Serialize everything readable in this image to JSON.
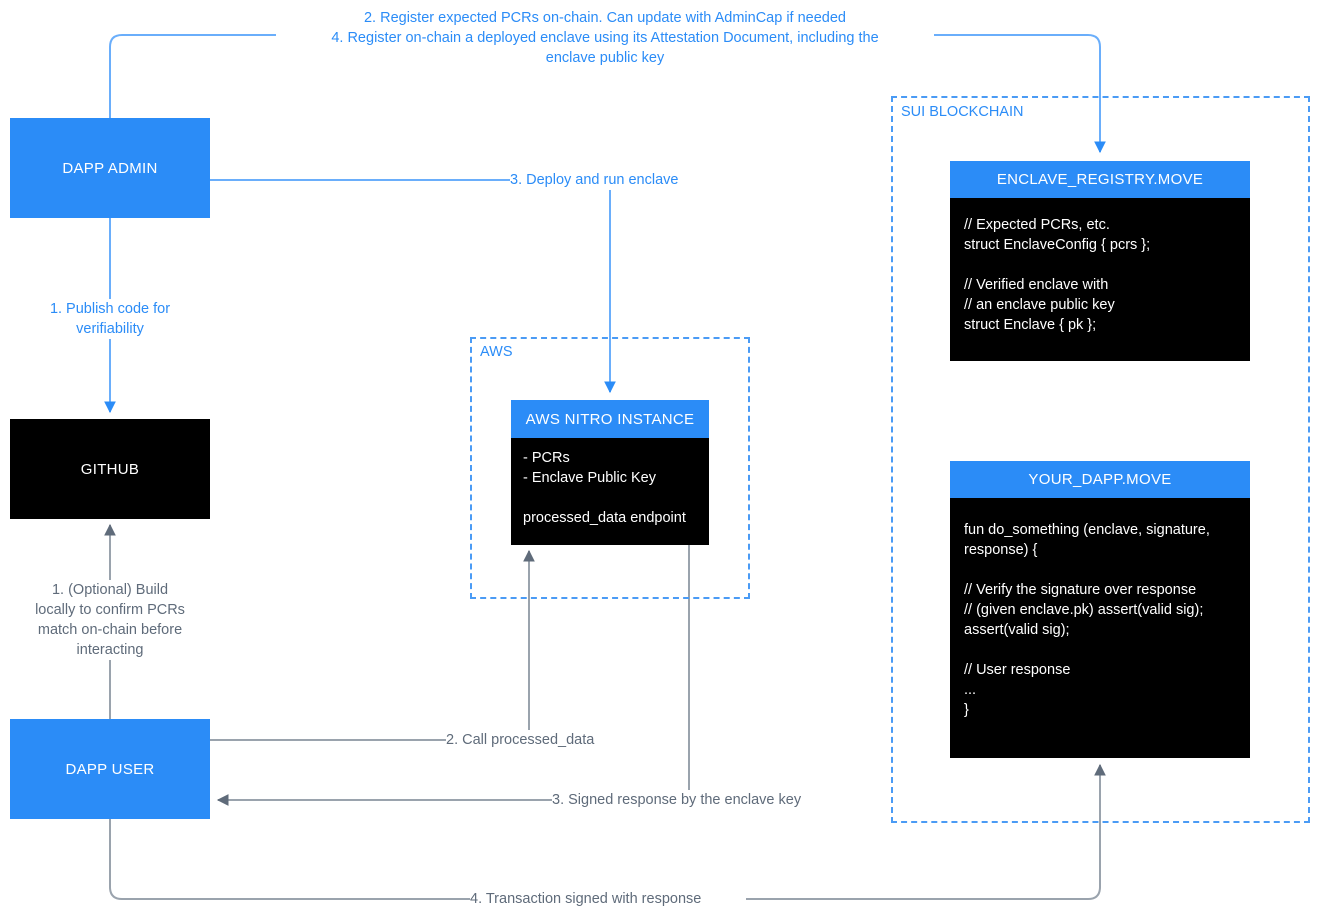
{
  "diagram": {
    "title": "Sui Nitro Enclave attestation architecture",
    "colors": {
      "accent_blue": "#2b8cf7",
      "group_blue": "#4a9bf5",
      "gray_text": "#5f6b7a",
      "gray_wire": "#9aa3ad",
      "black": "#000000",
      "white": "#ffffff"
    }
  },
  "nodes": {
    "dapp_admin": {
      "label": "DAPP ADMIN"
    },
    "github": {
      "label": "GITHUB"
    },
    "dapp_user": {
      "label": "DAPP USER"
    },
    "aws_nitro": {
      "title": "AWS NITRO INSTANCE",
      "body": "- PCRs\n- Enclave Public Key\n\nprocessed_data endpoint"
    },
    "enclave_registry": {
      "title": "ENCLAVE_REGISTRY.MOVE",
      "body": "// Expected PCRs, etc.\nstruct EnclaveConfig { pcrs };\n\n// Verified enclave with\n// an enclave public key\nstruct Enclave { pk };"
    },
    "your_dapp": {
      "title": "YOUR_DAPP.MOVE",
      "body": "fun do_something (enclave, signature,\nresponse) {\n\n// Verify the signature over response\n// (given enclave.pk) assert(valid sig);\nassert(valid sig);\n\n// User response\n...\n}"
    }
  },
  "groups": {
    "aws": {
      "label": "AWS"
    },
    "sui": {
      "label": "SUI BLOCKCHAIN"
    }
  },
  "edges": {
    "register_pcrs": {
      "label": "2. Register expected PCRs on-chain. Can update with AdminCap if needed\n4. Register on-chain a deployed enclave using its Attestation Document, including the\nenclave public key"
    },
    "publish_code": {
      "label": "1. Publish code for\nverifiability"
    },
    "deploy_enclave": {
      "label": "3. Deploy and run enclave"
    },
    "build_locally": {
      "label": "1. (Optional) Build\nlocally to confirm PCRs\nmatch on-chain before\ninteracting"
    },
    "call_processed_data": {
      "label": "2. Call processed_data"
    },
    "signed_response": {
      "label": "3. Signed response by the enclave key"
    },
    "transaction_signed": {
      "label": "4. Transaction signed with response"
    }
  }
}
